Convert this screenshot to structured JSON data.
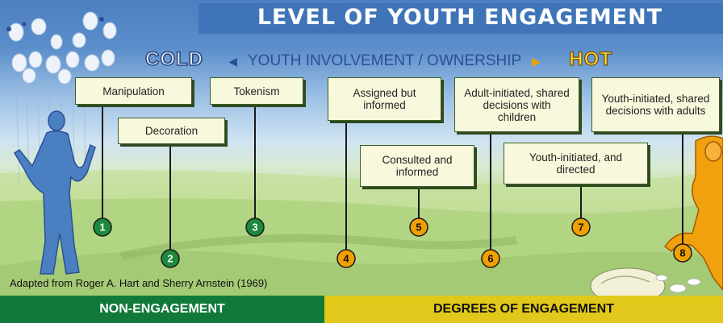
{
  "title": "LEVEL OF YOUTH ENGAGEMENT",
  "scale": {
    "cold": "COLD",
    "middle": "YOUTH INVOLVEMENT / OWNERSHIP",
    "hot": "HOT"
  },
  "levels": [
    {
      "num": "1",
      "label": "Manipulation",
      "group": "non-engagement"
    },
    {
      "num": "2",
      "label": "Decoration",
      "group": "non-engagement"
    },
    {
      "num": "3",
      "label": "Tokenism",
      "group": "non-engagement"
    },
    {
      "num": "4",
      "label": "Assigned but informed",
      "group": "engagement"
    },
    {
      "num": "5",
      "label": "Consulted and informed",
      "group": "engagement"
    },
    {
      "num": "6",
      "label": "Adult-initiated, shared decisions with children",
      "group": "engagement"
    },
    {
      "num": "7",
      "label": "Youth-initiated, and directed",
      "group": "engagement"
    },
    {
      "num": "8",
      "label": "Youth-initiated, shared decisions with adults",
      "group": "engagement"
    }
  ],
  "credit": "Adapted from Roger A. Hart and Sherry Arnstein (1969)",
  "footer": {
    "left": "NON-ENGAGEMENT",
    "right": "DEGREES OF ENGAGEMENT"
  },
  "colors": {
    "non_engagement": "#117a3a",
    "engagement": "#e1c81a",
    "marker_green": "#1c8a3c",
    "marker_orange": "#f0a000",
    "title_bg": "#3f74b8"
  }
}
